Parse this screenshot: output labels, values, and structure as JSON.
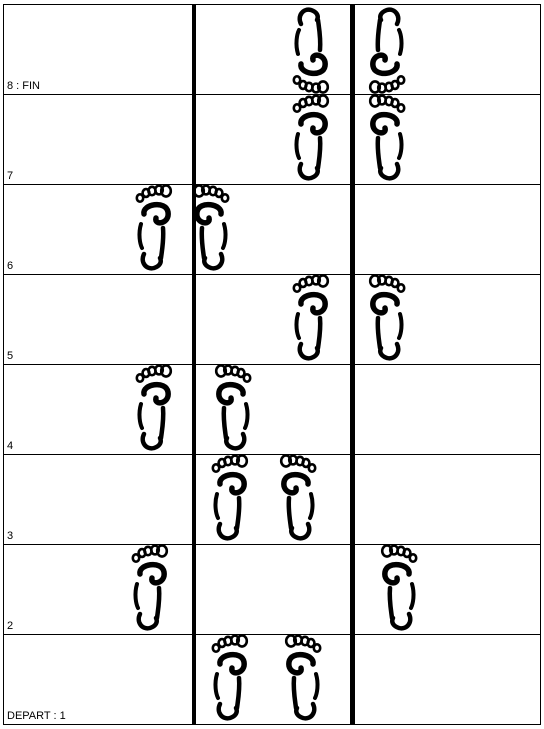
{
  "rows": [
    {
      "label": "8 : FIN",
      "feet": [
        {
          "col": 1,
          "side": "L",
          "toes": "down"
        },
        {
          "col": 2,
          "side": "R",
          "toes": "down"
        }
      ]
    },
    {
      "label": "7",
      "feet": [
        {
          "col": 1,
          "side": "L",
          "toes": "up"
        },
        {
          "col": 2,
          "side": "R",
          "toes": "up"
        }
      ]
    },
    {
      "label": "6",
      "feet": [
        {
          "col": 0,
          "side": "L",
          "toes": "up"
        },
        {
          "col": 1,
          "side": "R",
          "toes": "up"
        }
      ]
    },
    {
      "label": "5",
      "feet": [
        {
          "col": 1,
          "side": "L",
          "toes": "up"
        },
        {
          "col": 2,
          "side": "R",
          "toes": "up"
        }
      ]
    },
    {
      "label": "4",
      "feet": [
        {
          "col": 0,
          "side": "L",
          "toes": "up"
        },
        {
          "col": 1,
          "side": "R",
          "toes": "up"
        }
      ]
    },
    {
      "label": "3",
      "feet": [
        {
          "col": 1,
          "side": "L",
          "toes": "up"
        },
        {
          "col": 1,
          "side": "R",
          "toes": "up"
        }
      ]
    },
    {
      "label": "2",
      "feet": [
        {
          "col": 0,
          "side": "L",
          "toes": "up"
        },
        {
          "col": 2,
          "side": "R",
          "toes": "up"
        }
      ]
    },
    {
      "label": "DEPART : 1",
      "feet": [
        {
          "col": 1,
          "side": "L",
          "toes": "up"
        },
        {
          "col": 1,
          "side": "R",
          "toes": "up"
        }
      ]
    }
  ],
  "icons": {
    "footprint": "footprint-icon"
  }
}
